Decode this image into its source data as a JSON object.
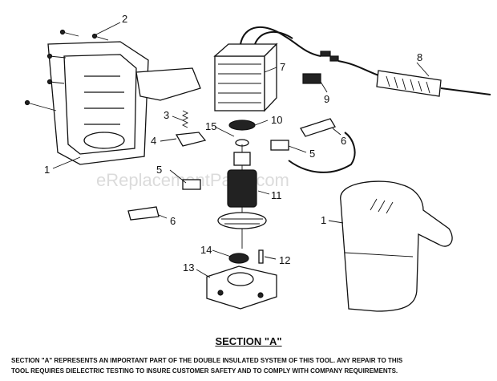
{
  "callouts": {
    "p1_left": "1",
    "p1_right": "1",
    "p2": "2",
    "p3": "3",
    "p4": "4",
    "p5_right": "5",
    "p5_left": "5",
    "p6_right": "6",
    "p6_left": "6",
    "p7": "7",
    "p8": "8",
    "p9": "9",
    "p10": "10",
    "p11": "11",
    "p12": "12",
    "p13": "13",
    "p14": "14",
    "p15": "15"
  },
  "watermark": "eReplacementParts.com",
  "section_title": "SECTION \"A\"",
  "footnote": {
    "line1": "SECTION \"A\" REPRESENTS AN IMPORTANT PART OF THE DOUBLE INSULATED SYSTEM OF THIS TOOL. ANY REPAIR TO THIS",
    "line2": "TOOL REQUIRES DIELECTRIC TESTING TO INSURE CUSTOMER SAFETY AND TO COMPLY WITH COMPANY REQUIREMENTS."
  }
}
